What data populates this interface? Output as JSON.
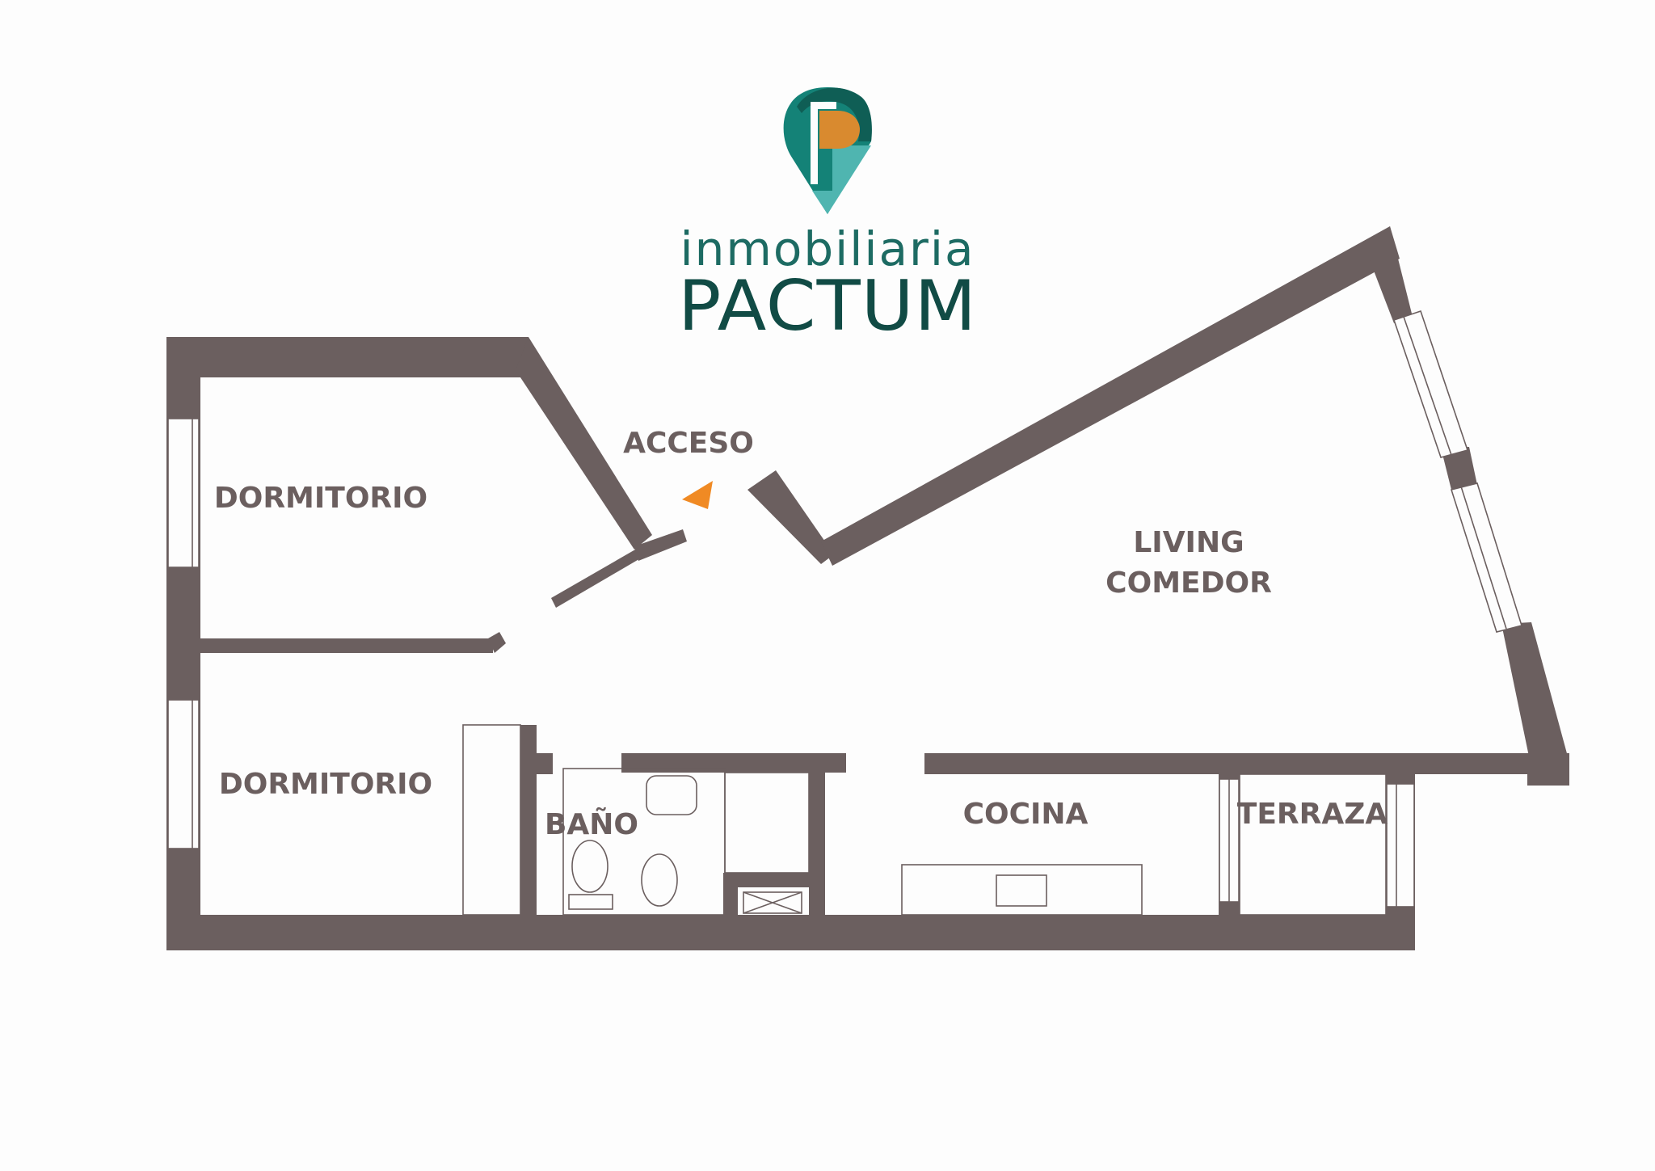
{
  "brand": {
    "line1": "inmobiliaria",
    "line2": "PACTUM",
    "colors": {
      "teal_dark": "#0f5e55",
      "teal": "#148277",
      "teal_light": "#4fb5b0",
      "orange": "#d98a2f",
      "text_light": "#1d6b63",
      "text_dark": "#114b45"
    },
    "logo_icon": "location-pin-p-icon"
  },
  "plan": {
    "wall_color": "#6b5f5f",
    "access_arrow_color": "#f08a24",
    "rooms": {
      "dorm1": "DORMITORIO",
      "dorm2": "DORMITORIO",
      "acceso": "ACCESO",
      "living1": "LIVING",
      "living2": "COMEDOR",
      "bano": "BAÑO",
      "cocina": "COCINA",
      "terraza": "TERRAZA"
    }
  }
}
